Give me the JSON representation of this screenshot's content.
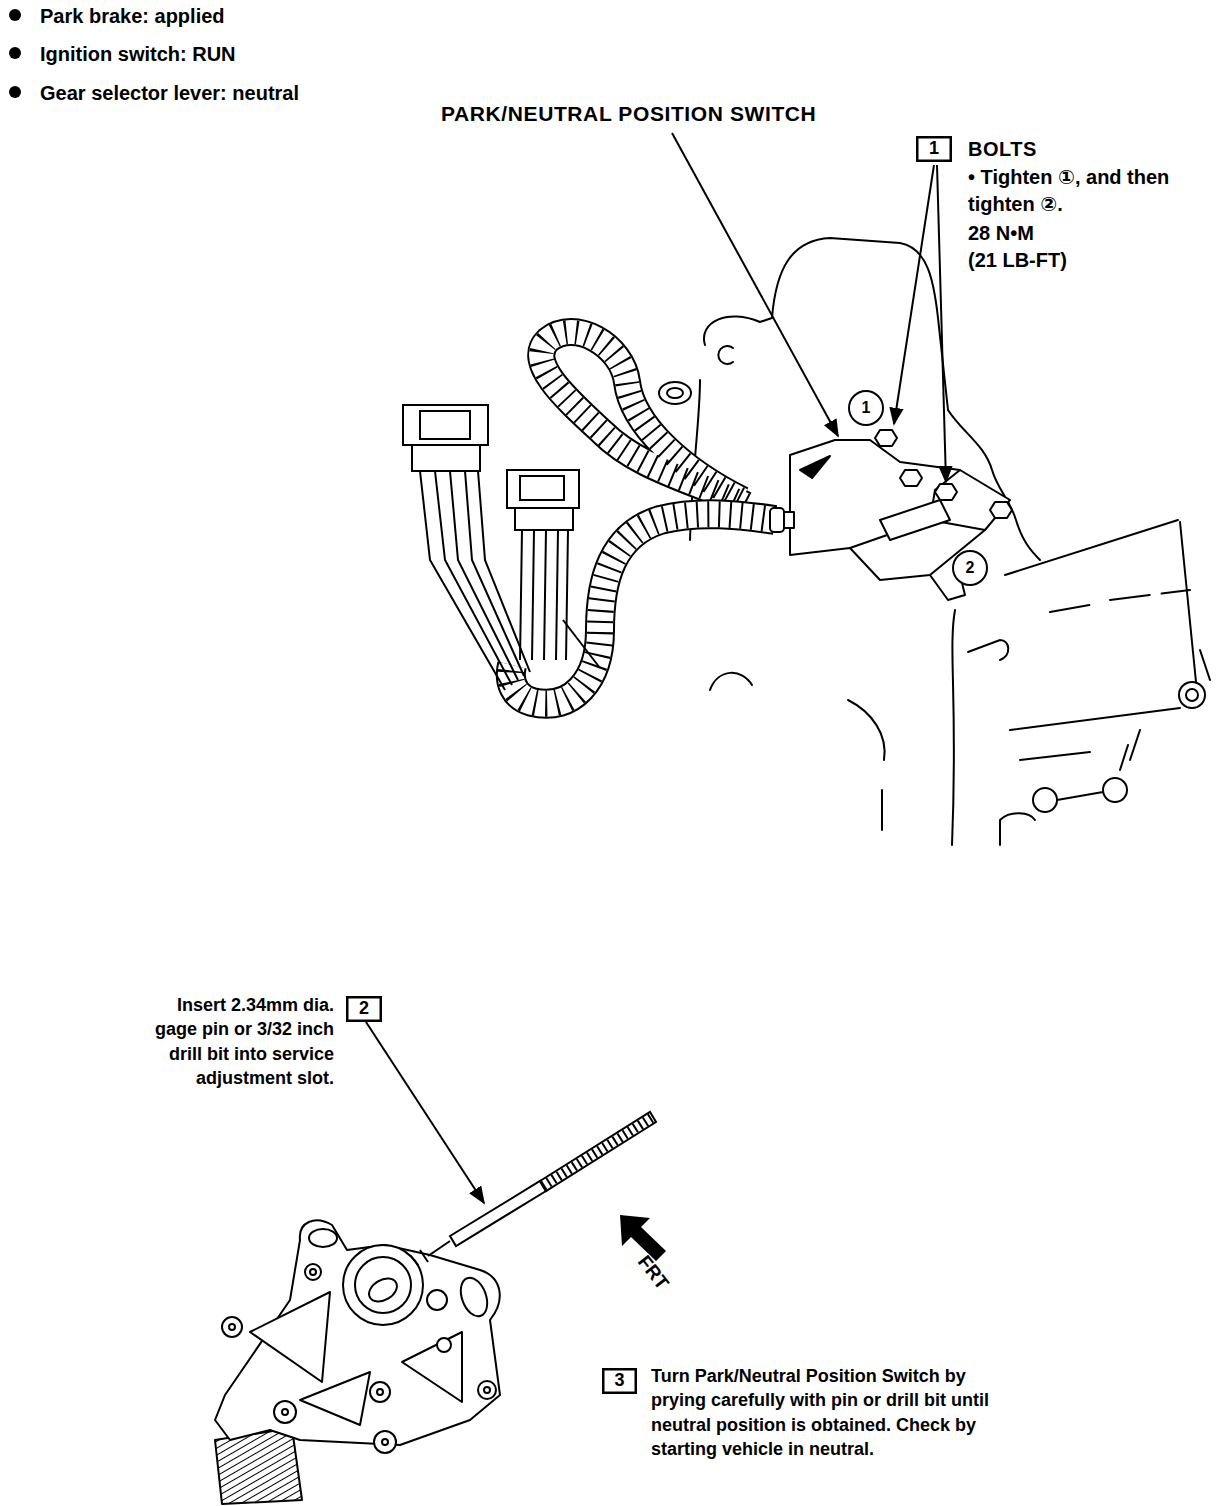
{
  "diagram": {
    "nodes": [
      {
        "text": [
          "1"
        ]
      },
      {
        "text": [
          "1"
        ]
      },
      {
        "text": [
          "2"
        ]
      },
      {
        "text": [
          "2"
        ]
      },
      {
        "text": [
          "3"
        ]
      }
    ],
    "labels": [
      "Park brake: applied",
      "Ignition switch: RUN",
      "Gear selector lever: neutral",
      "PARK/NEUTRAL POSITION SWITCH",
      "BOLTS",
      "• Tighten ①, and then tighten ②.",
      "28 N•M",
      "(21 LB-FT)",
      "Insert 2.34mm dia. gage pin or 3/32 inch drill bit into service adjustment slot.",
      "FRT",
      "Turn Park/Neutral Position Switch by prying carefully with pin or drill bit until neutral position is obtained. Check by starting vehicle in neutral."
    ]
  }
}
